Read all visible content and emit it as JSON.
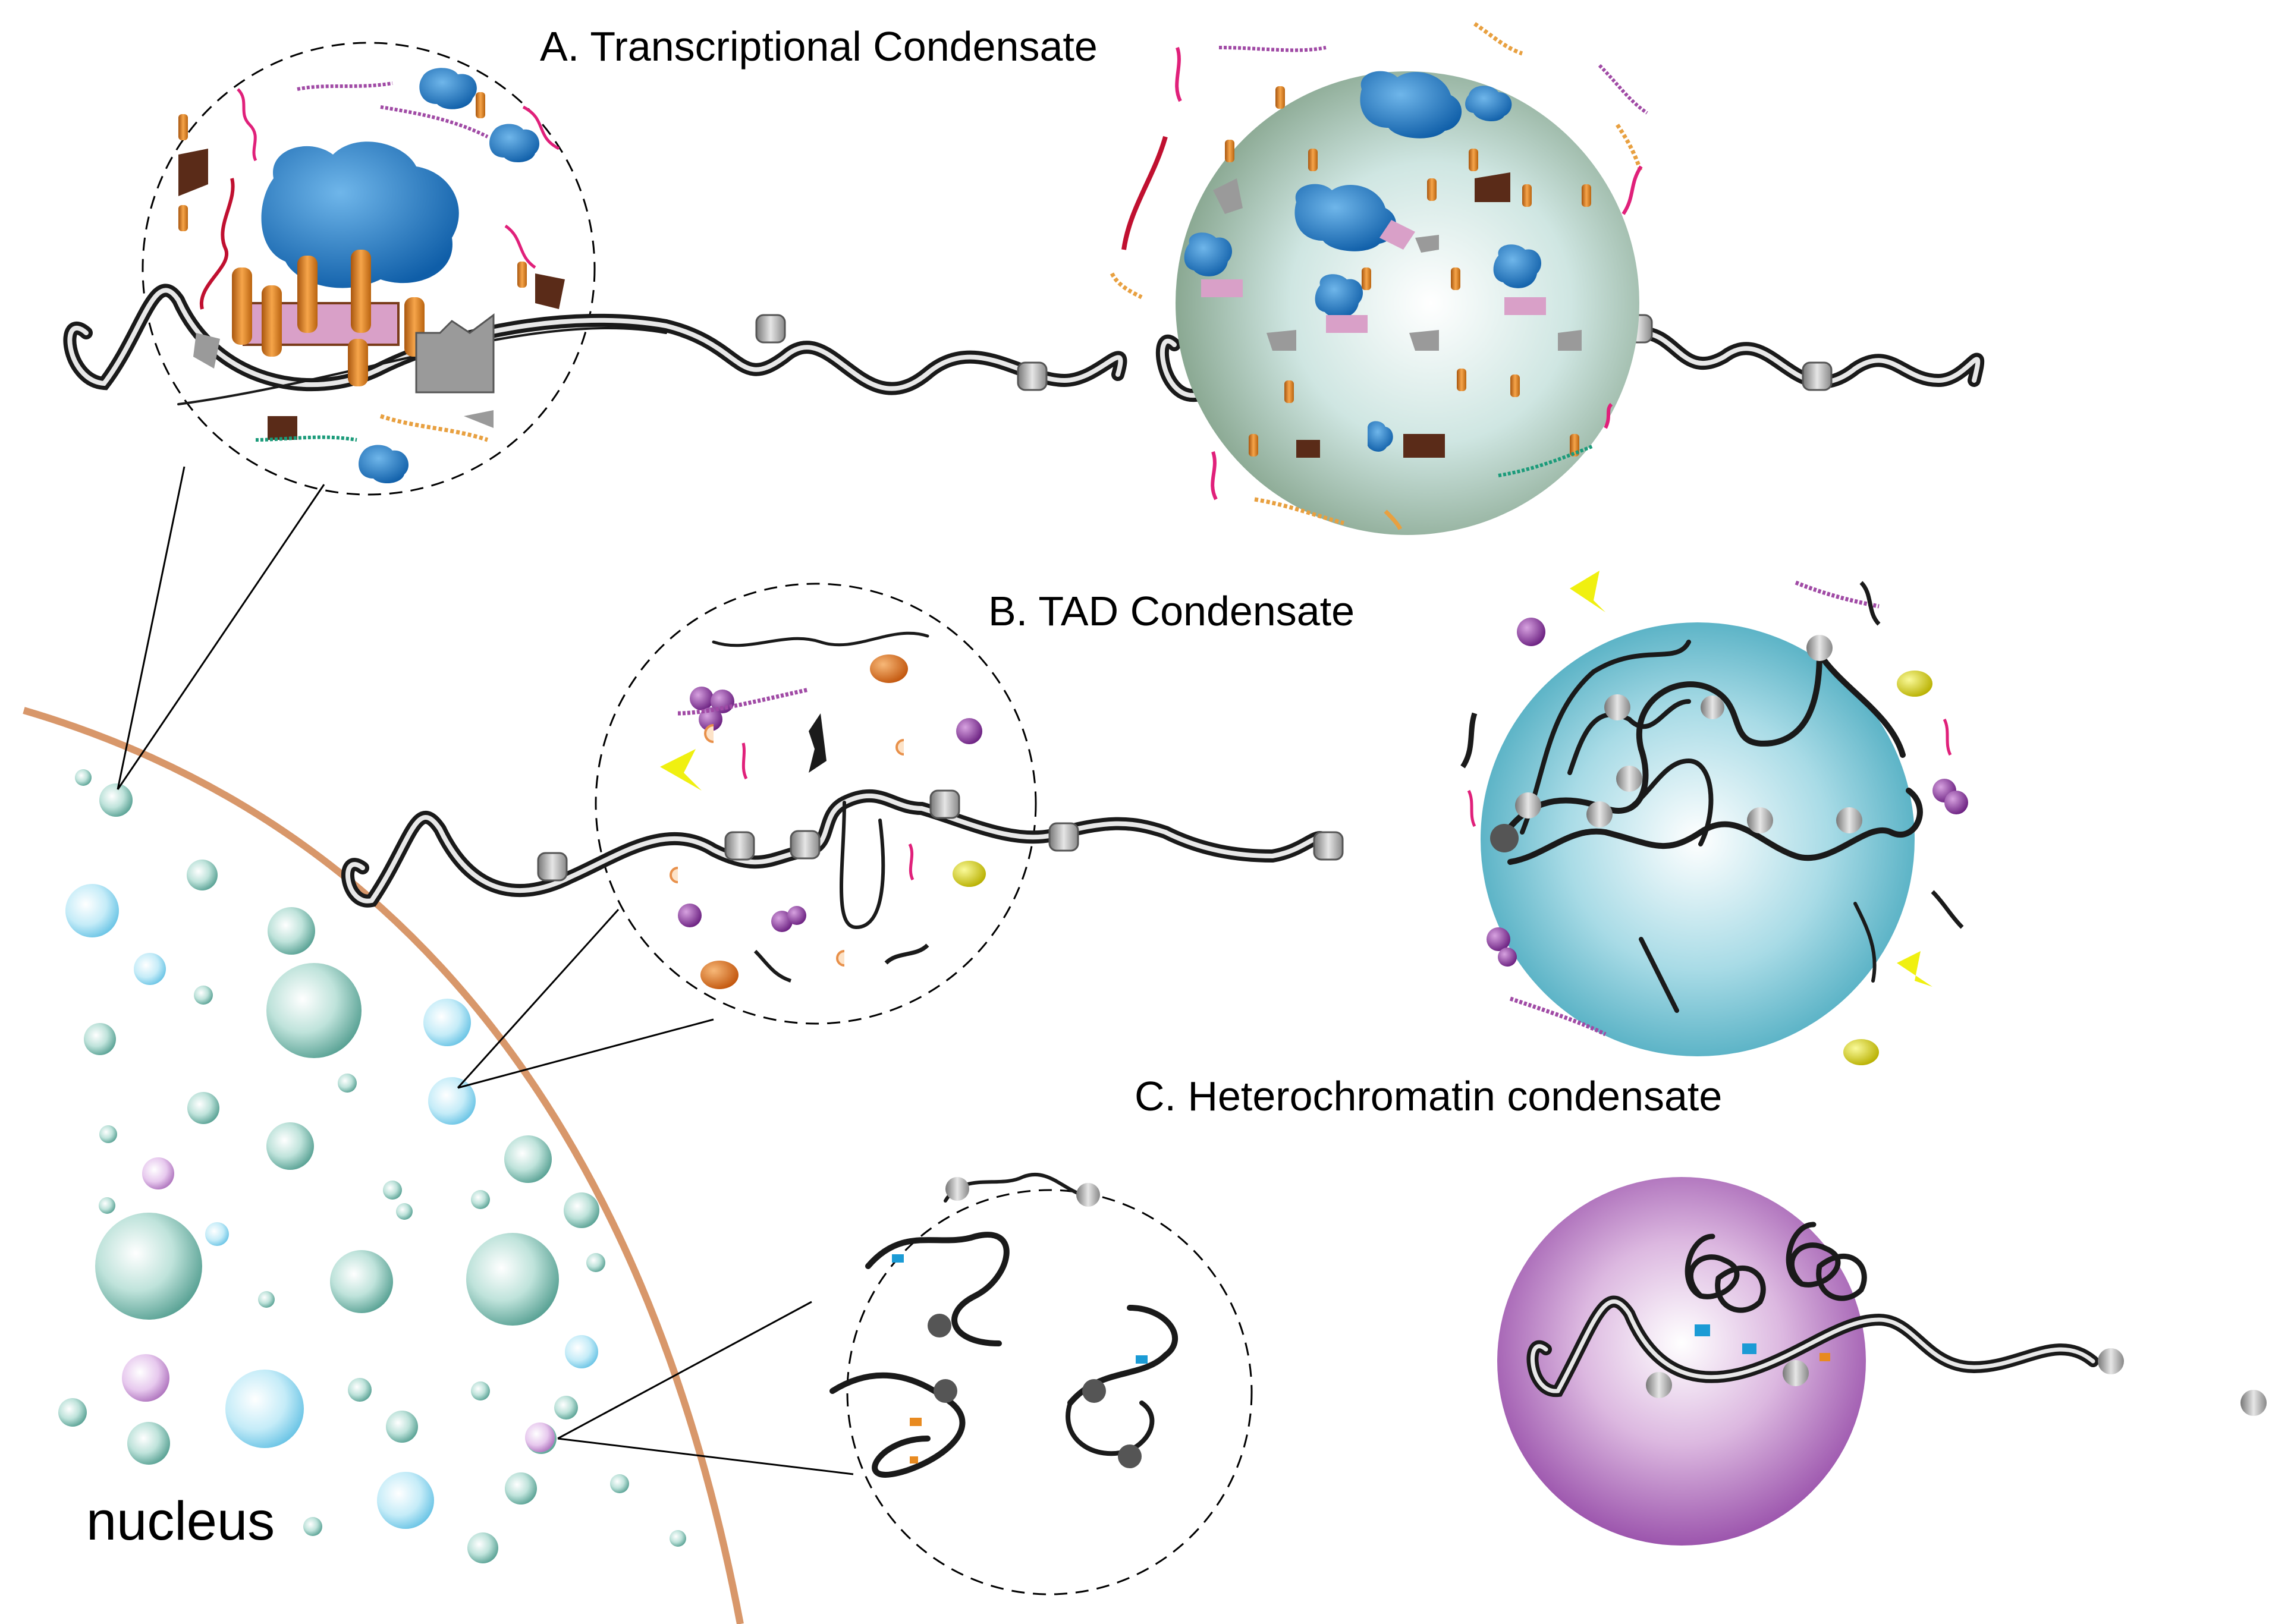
{
  "labels": {
    "transcriptional": "A. Transcriptional Condensate",
    "tad": "B. TAD Condensate",
    "heterochromatin": "C. Heterochromatin condensate",
    "nucleus": "nucleus"
  },
  "colors": {
    "nuclear_envelope": "#d89060",
    "transcriptional_condensate": "#8fb8a5",
    "tad_condensate": "#5ab8cc",
    "heterochromatin_condensate": "#a060b0",
    "chromatin": "#1a1a1a",
    "rna_polymerase": "#1f75c0",
    "mediator_cylinders": "#e88a20",
    "nucleosome": "#a0a0a0"
  },
  "icons": [
    "chromatin-fiber",
    "nucleosome",
    "rna-polymerase-blob",
    "cohesin-ring",
    "hp1-protein",
    "condensate-droplet"
  ]
}
